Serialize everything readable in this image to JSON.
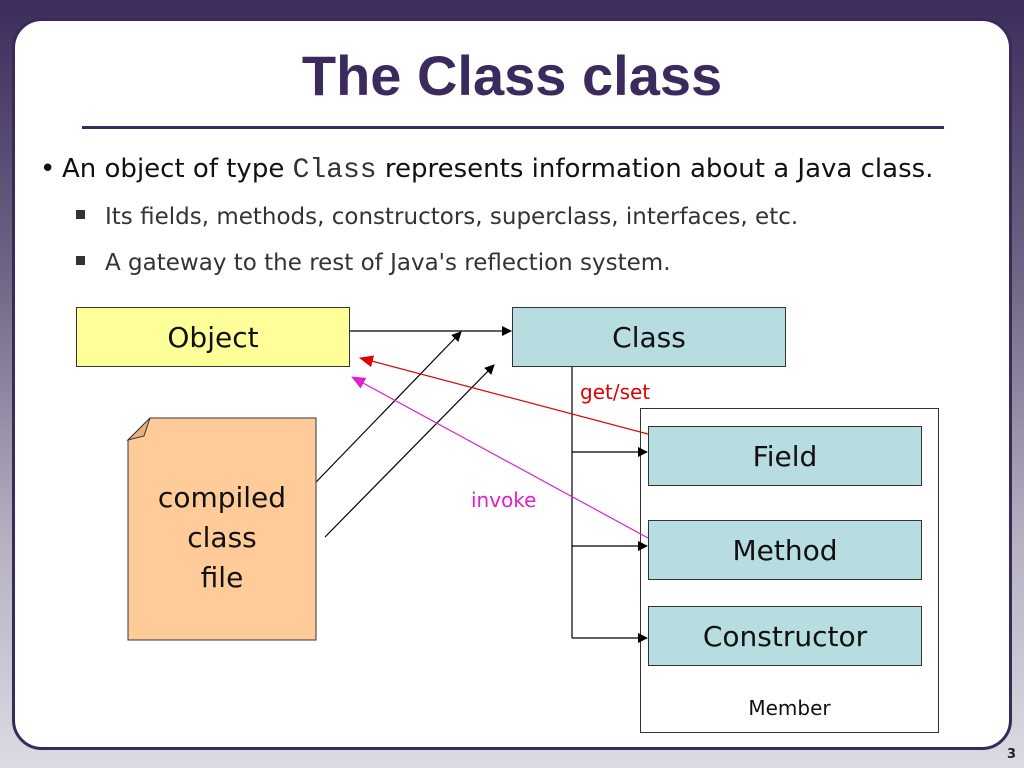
{
  "title": "The Class class",
  "bullet": {
    "prefix": "An object of type ",
    "code": "Class",
    "suffix": " represents information about a Java class."
  },
  "sub_bullets": [
    "Its fields, methods, constructors, superclass, interfaces, etc.",
    "A gateway to the rest of Java's reflection system."
  ],
  "diagram": {
    "object_label": "Object",
    "class_label": "Class",
    "field_label": "Field",
    "method_label": "Method",
    "constructor_label": "Constructor",
    "member_label": "Member",
    "file_lines": [
      "compiled",
      "class",
      "file"
    ],
    "getset_label": "get/set",
    "invoke_label": "invoke",
    "colors": {
      "object_fill": "#ffff99",
      "class_fill": "#b7dde0",
      "file_fill": "#ffcc99",
      "getset": "#e00000",
      "invoke": "#e020c8"
    }
  },
  "page_number": "3"
}
